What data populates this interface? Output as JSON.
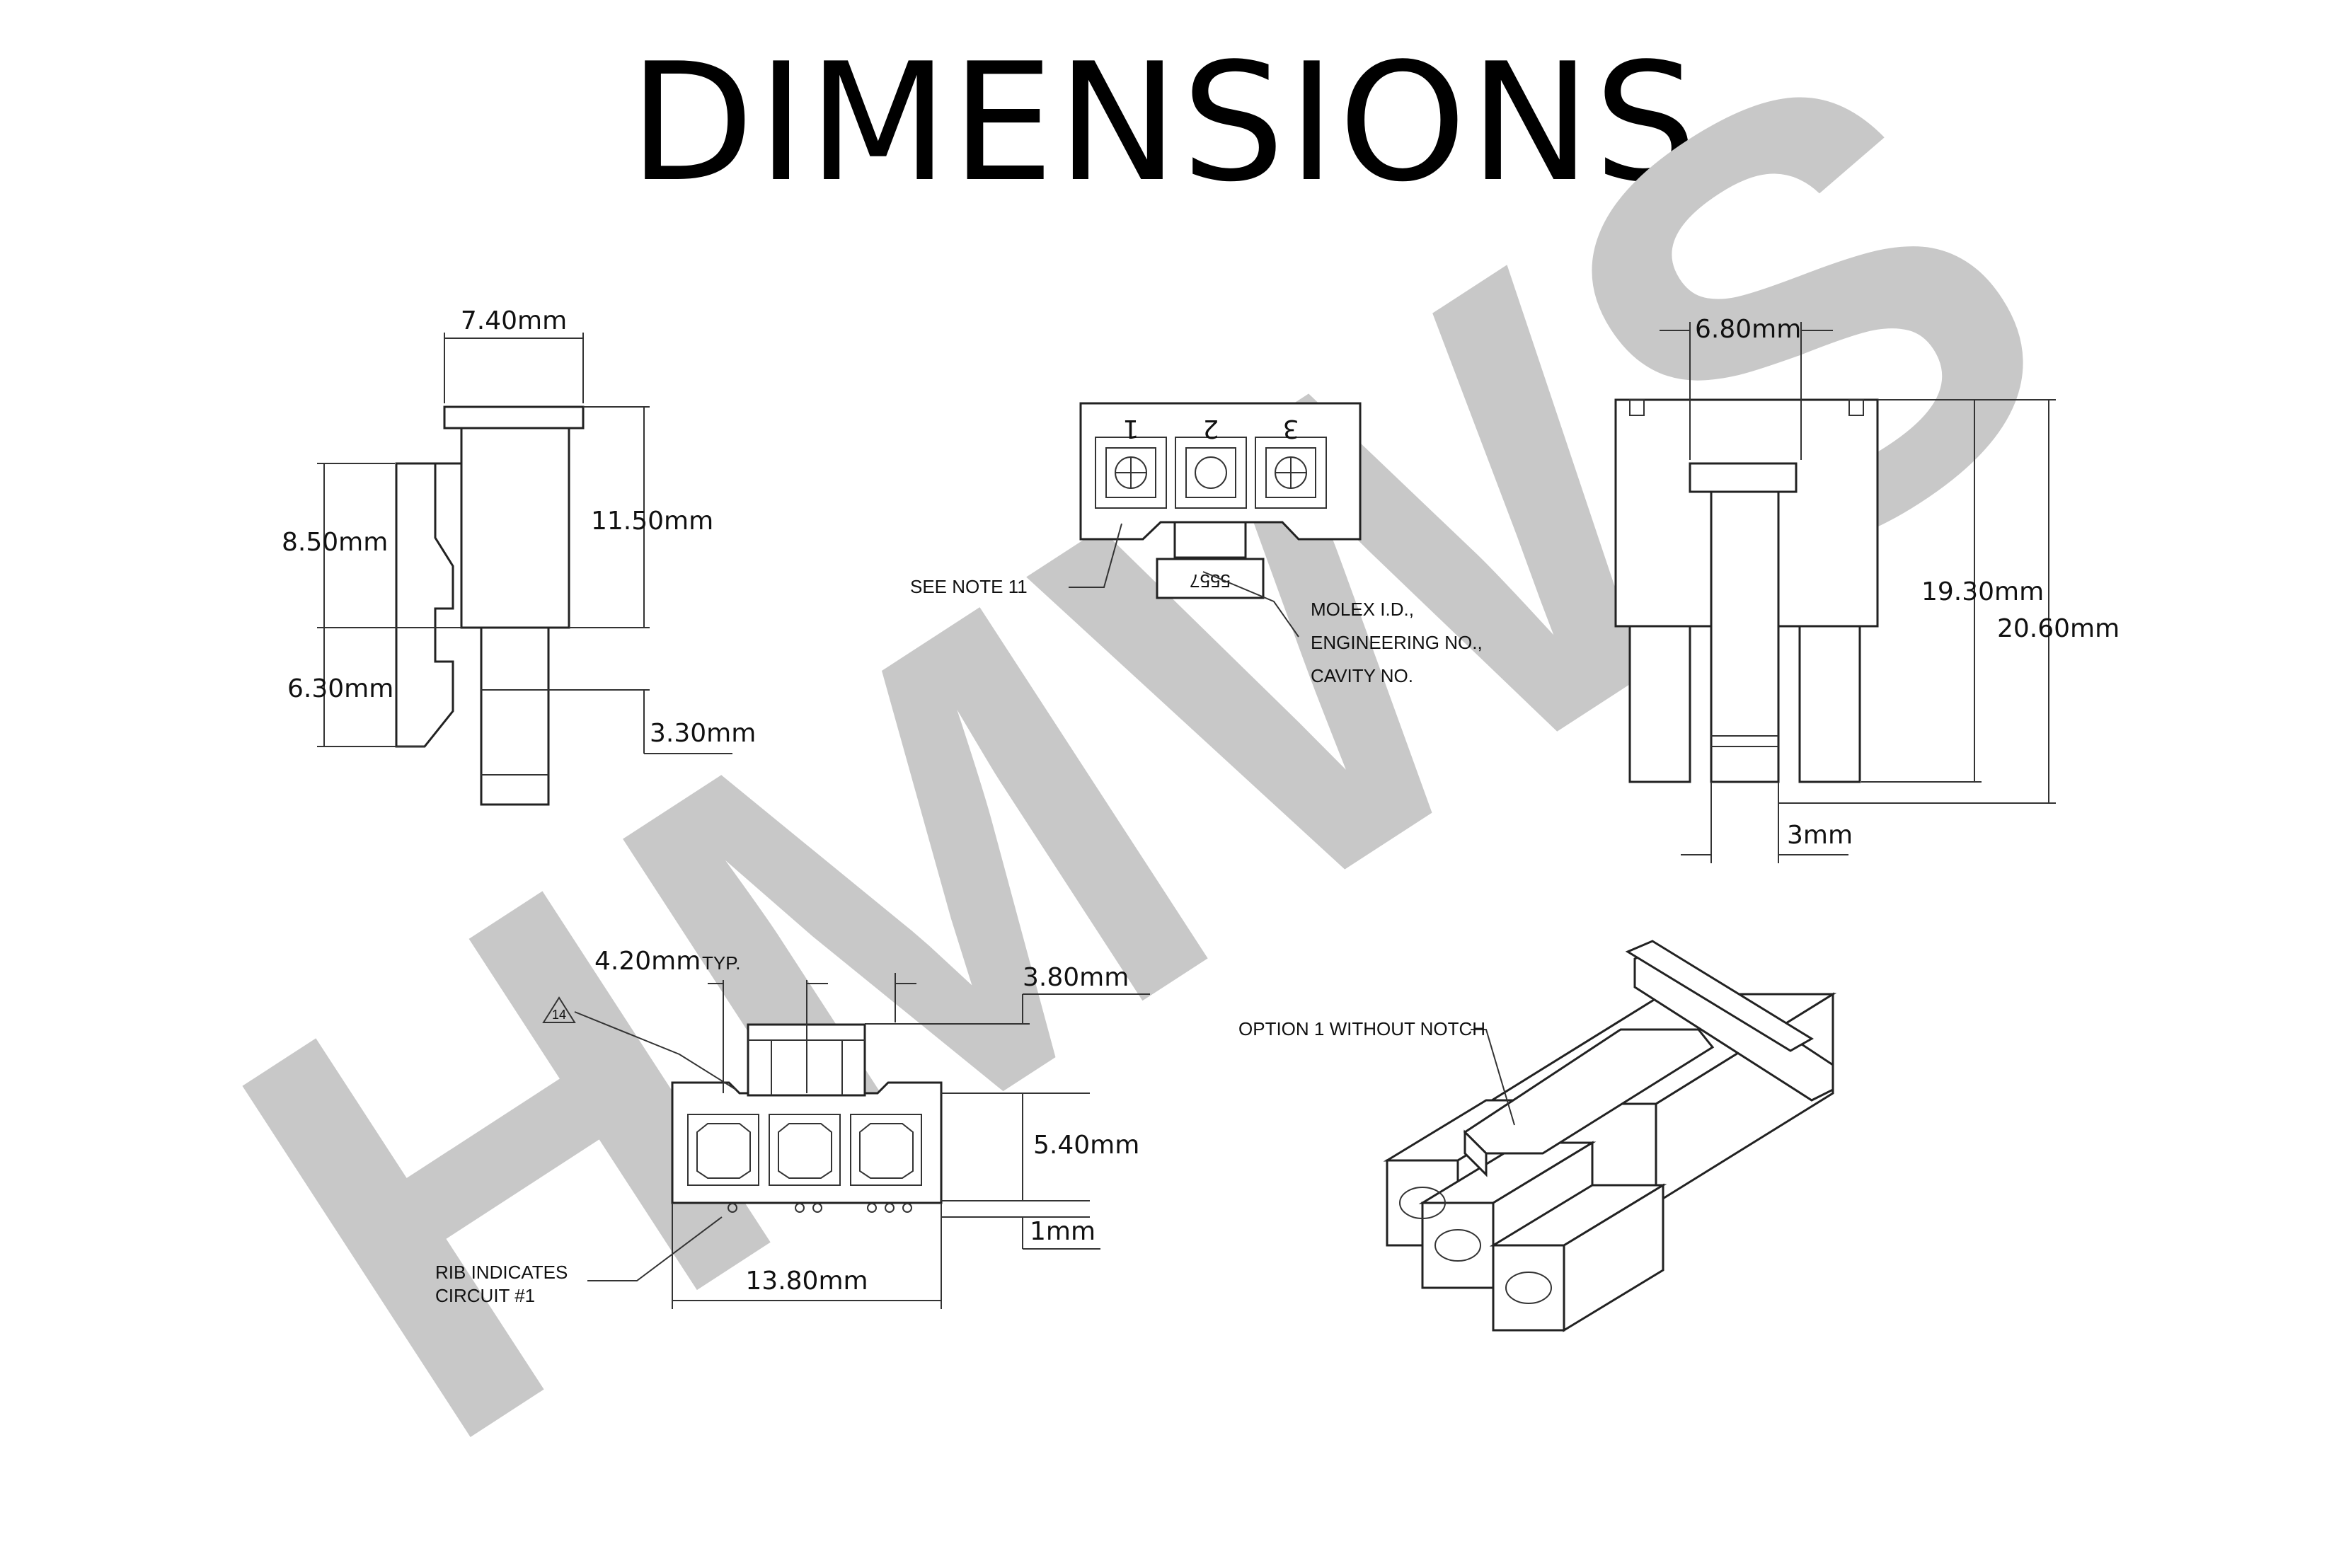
{
  "title": "DIMENSIONS",
  "watermark": "HMWS",
  "side_view": {
    "width_top": "7.40mm",
    "height_body": "11.50mm",
    "latch_height": "8.50mm",
    "lower_height": "6.30mm",
    "pin_height": "3.30mm"
  },
  "top_view": {
    "cavity_numbers": [
      "1",
      "2",
      "3"
    ],
    "part_marking": "5557",
    "note_see": "SEE NOTE 11",
    "note_molex_1": "MOLEX I.D.,",
    "note_molex_2": "ENGINEERING NO.,",
    "note_molex_3": "CAVITY NO."
  },
  "front_view": {
    "latch_width": "6.80mm",
    "height_inner": "19.30mm",
    "height_total": "20.60mm",
    "latch_depth": "3mm"
  },
  "end_view": {
    "pitch": "4.20mm",
    "pitch_suffix": "TYP.",
    "tab_offset": "3.80mm",
    "height": "5.40mm",
    "rib_height": "1mm",
    "width": "13.80mm",
    "note_marker": "14",
    "rib_note_1": "RIB INDICATES",
    "rib_note_2": "CIRCUIT #1"
  },
  "iso_view": {
    "option_note": "OPTION 1 WITHOUT NOTCH"
  }
}
